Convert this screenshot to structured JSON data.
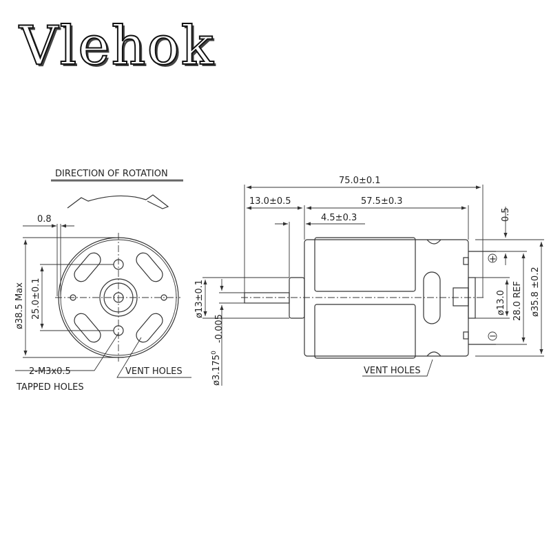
{
  "brand": "Vlehok",
  "front_view": {
    "direction_label": "DIRECTION OF ROTATION",
    "dim_gap": "0.8",
    "dim_diameter": "ø38.5 Max",
    "dim_hole_spacing": "25.0±0.1",
    "tapped_holes_line1": "2-M3x0.5",
    "tapped_holes_line2": "TAPPED HOLES",
    "vent_holes": "VENT HOLES"
  },
  "side_view": {
    "dim_total_length": "75.0±0.1",
    "dim_shaft_length": "13.0±0.5",
    "dim_body_length": "57.5±0.3",
    "dim_hub_length": "4.5±0.3",
    "dim_terminal_offset": "0.5",
    "dim_hub_diameter": "ø13±0.1",
    "dim_shaft_diameter": "ø3.175",
    "dim_shaft_tol_upper": "0",
    "dim_shaft_tol_lower": "-0.005",
    "dim_rear_boss": "ø13.0",
    "dim_terminal_spacing": "28.0 REF",
    "dim_body_diameter": "ø35.8 ±0.2",
    "terminal_plus": "+",
    "terminal_minus": "−",
    "vent_holes": "VENT HOLES"
  }
}
